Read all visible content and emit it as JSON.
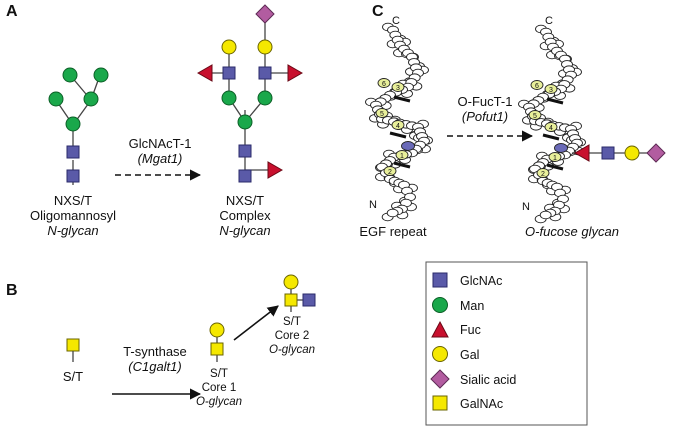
{
  "panels": {
    "a": "A",
    "b": "B",
    "c": "C"
  },
  "panel_a": {
    "left_label": [
      "NXS/T",
      "Oligomannosyl",
      "N-glycan"
    ],
    "arrow_label": [
      "GlcNAcT-1",
      "(Mgat1)"
    ],
    "right_label": [
      "NXS/T",
      "Complex",
      "N-glycan"
    ]
  },
  "panel_b": {
    "start_label": "S/T",
    "arrow_label": [
      "T-synthase",
      "(C1galt1)"
    ],
    "core1_label": [
      "S/T",
      "Core 1",
      "O-glycan"
    ],
    "core2_label": [
      "S/T",
      "Core 2",
      "O-glycan"
    ]
  },
  "panel_c": {
    "c_terminus": "C",
    "n_terminus": "N",
    "arrow_label": [
      "O-FucT-1",
      "(Pofut1)"
    ],
    "left_label": "EGF repeat",
    "right_label": "O-fucose glycan",
    "residue_numbers": [
      "6",
      "3",
      "5",
      "4",
      "1",
      "2"
    ]
  },
  "legend": {
    "items": [
      {
        "label": "GlcNAc",
        "shape": "square",
        "color": "#5a5aa8"
      },
      {
        "label": "Man",
        "shape": "circle",
        "color": "#1aa84b"
      },
      {
        "label": "Fuc",
        "shape": "triangle",
        "color": "#c8102e"
      },
      {
        "label": "Gal",
        "shape": "circle",
        "color": "#f5e800"
      },
      {
        "label": "Sialic acid",
        "shape": "diamond",
        "color": "#b25ca0"
      },
      {
        "label": "GalNAc",
        "shape": "square",
        "color": "#f5e800"
      }
    ]
  }
}
